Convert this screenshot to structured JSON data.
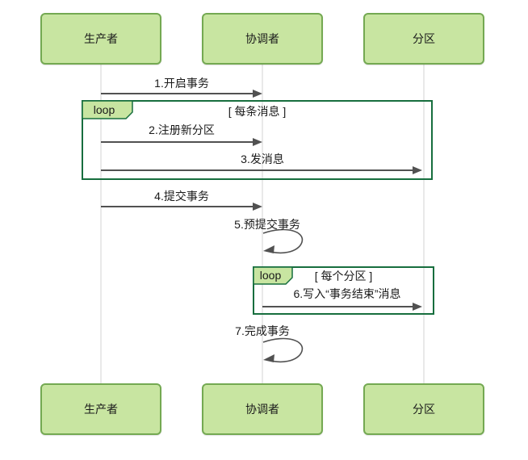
{
  "diagram_type": "uml-sequence",
  "colors": {
    "background": "#ffffff",
    "actor_fill": "#c8e5a1",
    "actor_border": "#74a952",
    "loop_border": "#176e3e",
    "arrow": "#515151",
    "lifeline": "#e9e9e9",
    "text": "#1a1a1a"
  },
  "actors": [
    {
      "label": "生产者"
    },
    {
      "label": "协调者"
    },
    {
      "label": "分区"
    }
  ],
  "loops": [
    {
      "keyword": "loop",
      "condition": "[ 每条消息 ]"
    },
    {
      "keyword": "loop",
      "condition": "[ 每个分区 ]"
    }
  ],
  "messages": [
    {
      "label": "1.开启事务",
      "from": "生产者",
      "to": "协调者",
      "kind": "arrow"
    },
    {
      "label": "2.注册新分区",
      "from": "生产者",
      "to": "协调者",
      "kind": "arrow",
      "loop": 0
    },
    {
      "label": "3.发消息",
      "from": "生产者",
      "to": "分区",
      "kind": "arrow",
      "loop": 0
    },
    {
      "label": "4.提交事务",
      "from": "生产者",
      "to": "协调者",
      "kind": "arrow"
    },
    {
      "label": "5.预提交事务",
      "from": "协调者",
      "to": "协调者",
      "kind": "self"
    },
    {
      "label": "6.写入“事务结束”消息",
      "from": "协调者",
      "to": "分区",
      "kind": "arrow",
      "loop": 1
    },
    {
      "label": "7.完成事务",
      "from": "协调者",
      "to": "协调者",
      "kind": "self"
    }
  ]
}
